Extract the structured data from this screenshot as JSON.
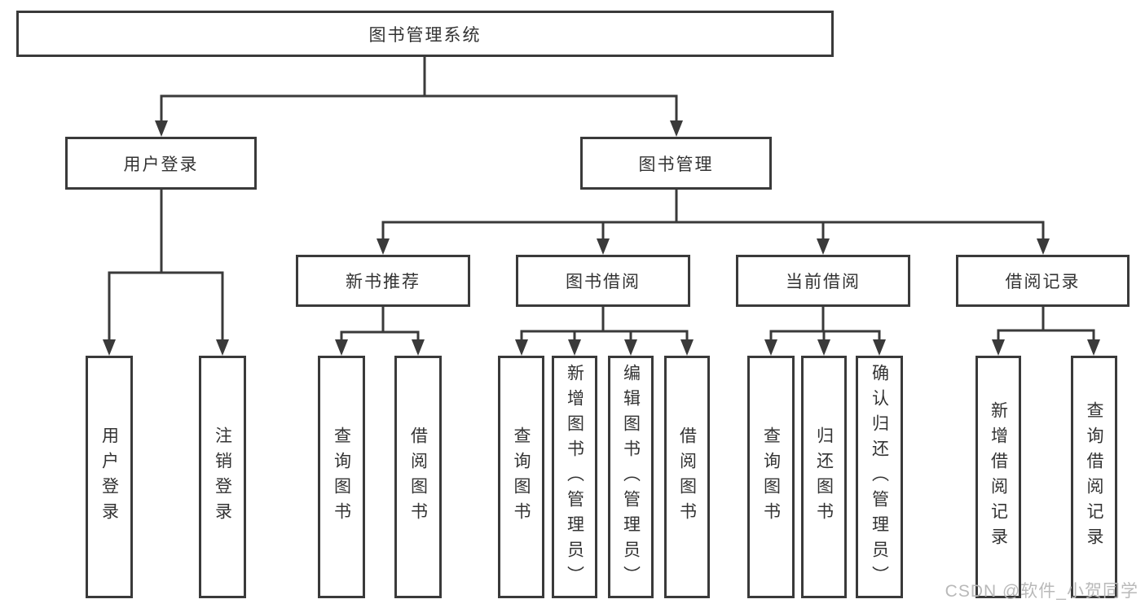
{
  "diagram_title": "图书管理系统",
  "nodes": {
    "root": {
      "label": "图书管理系统"
    },
    "user_login": {
      "label": "用户登录"
    },
    "book_management": {
      "label": "图书管理"
    },
    "new_book_recommend": {
      "label": "新书推荐"
    },
    "book_borrow": {
      "label": "图书借阅"
    },
    "current_borrow": {
      "label": "当前借阅"
    },
    "borrow_records": {
      "label": "借阅记录"
    },
    "leaf_user_login": {
      "label": "用户登录"
    },
    "leaf_logout_login": {
      "label": "注销登录"
    },
    "leaf_query_book_nb": {
      "label": "查询图书"
    },
    "leaf_borrow_book_nb": {
      "label": "借阅图书"
    },
    "leaf_query_book_bb": {
      "label": "查询图书"
    },
    "leaf_add_book_admin": {
      "label": "新增图书（管理员）"
    },
    "leaf_edit_book_admin": {
      "label": "编辑图书（管理员）"
    },
    "leaf_borrow_book_bb": {
      "label": "借阅图书"
    },
    "leaf_query_book_cb": {
      "label": "查询图书"
    },
    "leaf_return_book": {
      "label": "归还图书"
    },
    "leaf_confirm_return_admin": {
      "label": "确认归还（管理员）"
    },
    "leaf_add_borrow_record": {
      "label": "新增借阅记录"
    },
    "leaf_query_borrow_record": {
      "label": "查询借阅记录"
    }
  },
  "edges": [
    [
      "root",
      "user_login"
    ],
    [
      "root",
      "book_management"
    ],
    [
      "user_login",
      "leaf_user_login"
    ],
    [
      "user_login",
      "leaf_logout_login"
    ],
    [
      "book_management",
      "new_book_recommend"
    ],
    [
      "book_management",
      "book_borrow"
    ],
    [
      "book_management",
      "current_borrow"
    ],
    [
      "book_management",
      "borrow_records"
    ],
    [
      "new_book_recommend",
      "leaf_query_book_nb"
    ],
    [
      "new_book_recommend",
      "leaf_borrow_book_nb"
    ],
    [
      "book_borrow",
      "leaf_query_book_bb"
    ],
    [
      "book_borrow",
      "leaf_add_book_admin"
    ],
    [
      "book_borrow",
      "leaf_edit_book_admin"
    ],
    [
      "book_borrow",
      "leaf_borrow_book_bb"
    ],
    [
      "current_borrow",
      "leaf_query_book_cb"
    ],
    [
      "current_borrow",
      "leaf_return_book"
    ],
    [
      "current_borrow",
      "leaf_confirm_return_admin"
    ],
    [
      "borrow_records",
      "leaf_add_borrow_record"
    ],
    [
      "borrow_records",
      "leaf_query_borrow_record"
    ]
  ],
  "watermark": {
    "text": "CSDN @软件_小贺同学"
  },
  "colors": {
    "line": "#3a3a3a",
    "text": "#333333",
    "watermark": "#b9b9b9",
    "background": "#ffffff"
  }
}
